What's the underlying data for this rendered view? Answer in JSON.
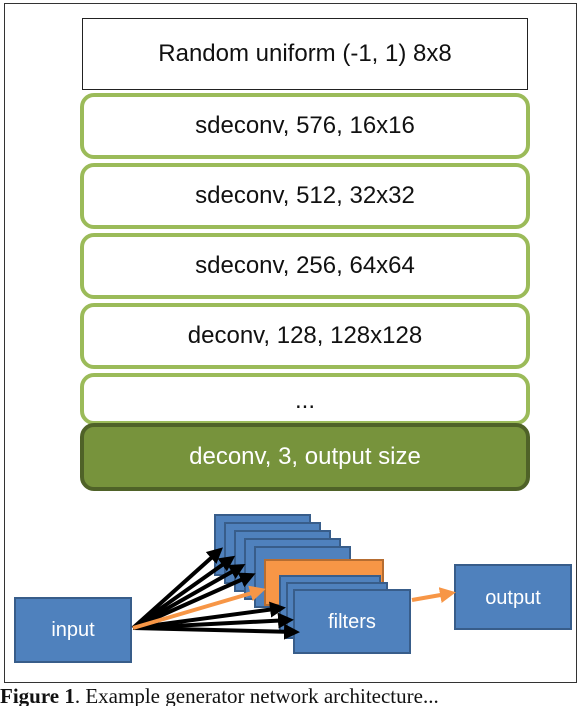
{
  "stack": {
    "input_label": "Random uniform (-1, 1) 8x8",
    "layers": [
      "sdeconv, 576, 16x16",
      "sdeconv, 512, 32x32",
      "sdeconv, 256, 64x64",
      "deconv, 128, 128x128",
      "...",
      "deconv, 3, output size"
    ]
  },
  "conv_diagram": {
    "input_label": "input",
    "filters_label": "filters",
    "output_label": "output"
  },
  "caption": {
    "label": "Figure 1",
    "text": ". Example generator network architecture..."
  },
  "colors": {
    "layer_border": "#9bbb59",
    "output_layer_fill": "#77933c",
    "filter_blue": "#4f81bd",
    "filter_orange": "#f79646"
  }
}
